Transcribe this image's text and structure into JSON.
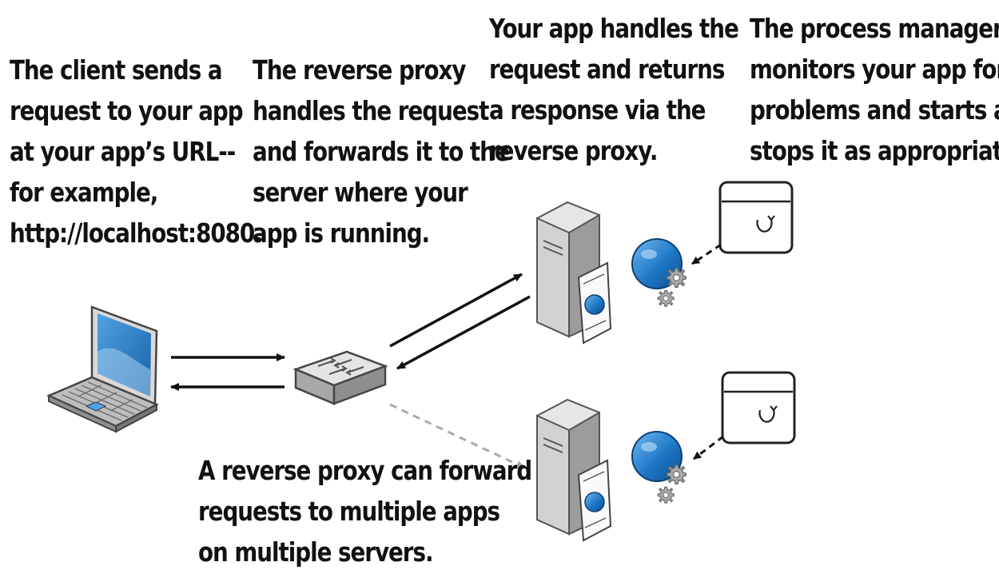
{
  "captions": {
    "client": [
      "The client sends a",
      "request to your app",
      "at your app’s URL--",
      "for example,",
      "http://localhost:8080."
    ],
    "proxy": [
      "The reverse proxy",
      "handles the request",
      "and forwards it to the",
      "server where your",
      "app is running."
    ],
    "app": [
      "Your app handles the",
      "request and returns",
      "a response via the",
      "reverse proxy."
    ],
    "process_manager": [
      "The process manager",
      "monitors your app for",
      "problems and starts and",
      "stops it as appropriate."
    ],
    "multiple": [
      "A reverse proxy can forward",
      "requests to multiple apps",
      "on multiple servers."
    ]
  },
  "colors": {
    "text": "#111111",
    "arrow": "#111111",
    "dashed_arrow": "#aaaaaa",
    "globe": "#1d77c6",
    "screen": "#2d86cf"
  },
  "icons": [
    "laptop-icon",
    "reverse-proxy-switch-icon",
    "server-icon",
    "app-globe-icon",
    "gears-icon",
    "process-manager-window-icon"
  ]
}
